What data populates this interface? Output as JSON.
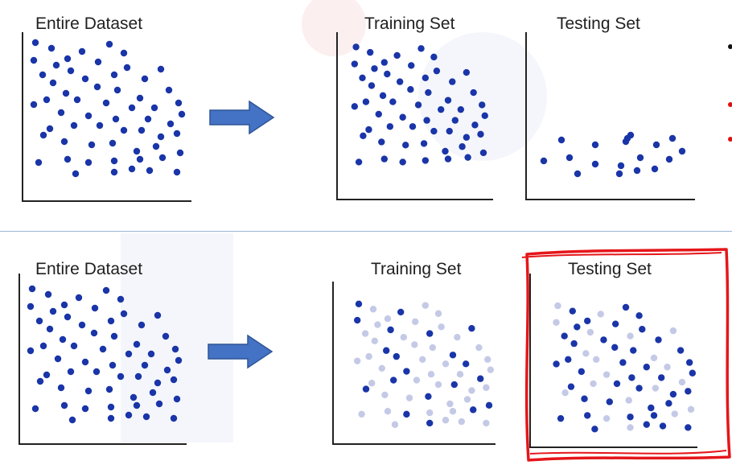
{
  "top": {
    "entire_title": "Entire Dataset",
    "training_title": "Training Set",
    "testing_title": "Testing Set"
  },
  "bottom": {
    "entire_title": "Entire Dataset",
    "training_title": "Training Set",
    "testing_title": "Testing Set"
  },
  "colors": {
    "dark_point": "#1a35a8",
    "light_point": "#c4cae6",
    "arrow_fill": "#4472c4",
    "arrow_stroke": "#2f5597",
    "highlight_box": "#e5161a",
    "divider": "#9db3d9",
    "axis": "#222222",
    "legend_black": "#111111",
    "legend_red": "#e01010"
  },
  "legend_markers": [
    "black-dot",
    "red-dot",
    "red-dot"
  ]
}
